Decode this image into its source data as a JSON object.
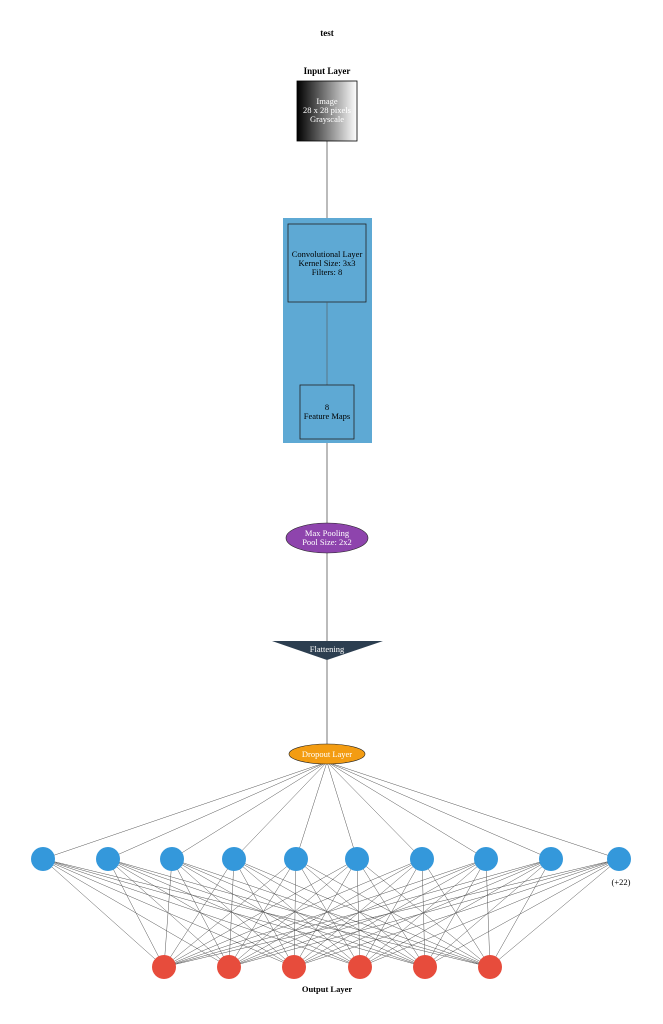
{
  "title": "test",
  "input_layer": {
    "heading": "Input Layer",
    "lines": [
      "Image",
      "28 x 28 pixels",
      "Grayscale"
    ]
  },
  "conv_layer": {
    "lines": [
      "Convolutional Layer",
      "Kernel Size: 3x3",
      "Filters: 8"
    ],
    "feature_maps_lines": [
      "8",
      "Feature Maps"
    ],
    "color": "#5ea9d4"
  },
  "pooling": {
    "lines": [
      "Max Pooling",
      "Pool Size: 2x2"
    ],
    "color": "#8e44ad"
  },
  "flatten": {
    "label": "Flattening",
    "color": "#2c3e50"
  },
  "dropout": {
    "label": "Dropout Layer",
    "color": "#f39c12"
  },
  "dense_layer": {
    "node_count_shown": 10,
    "more_label": "(+22)",
    "node_color": "#3498db"
  },
  "output_layer": {
    "label": "Output Layer",
    "node_count": 6,
    "node_color": "#e74c3c"
  },
  "line_color": "#555555"
}
